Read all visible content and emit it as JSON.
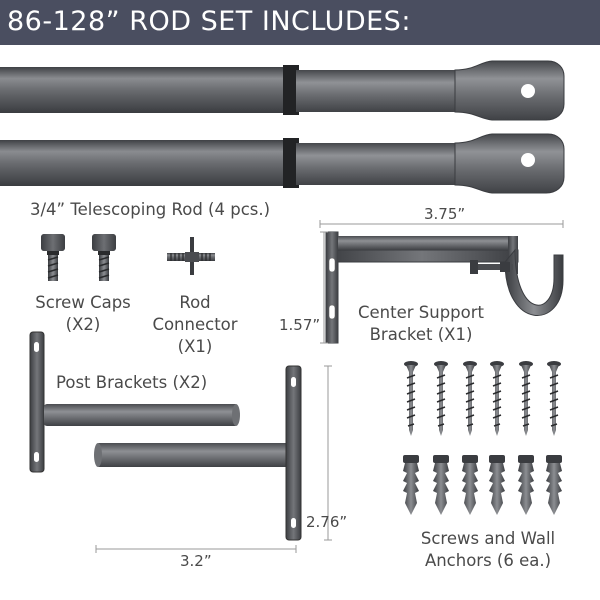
{
  "header": {
    "title": "86-128” ROD SET INCLUDES:"
  },
  "labels": {
    "telescoping_rod": "3/4” Telescoping Rod (4 pcs.)",
    "screw_caps_line1": "Screw Caps",
    "screw_caps_line2": "(X2)",
    "rod_connector_line1": "Rod",
    "rod_connector_line2": "Connector",
    "rod_connector_line3": "(X1)",
    "center_support_line1": "Center Support",
    "center_support_line2": "Bracket (X1)",
    "post_brackets": "Post Brackets (X2)",
    "screws_anchors_line1": "Screws and Wall",
    "screws_anchors_line2": "Anchors (6 ea.)"
  },
  "dimensions": {
    "bracket_width": "3.75”",
    "bracket_height": "1.57”",
    "post_height": "2.76”",
    "post_length": "3.2”"
  },
  "colors": {
    "header_bg": "#4a4e60",
    "header_text": "#ffffff",
    "metal": "#5f6166",
    "label_text": "#4a4a4a"
  }
}
